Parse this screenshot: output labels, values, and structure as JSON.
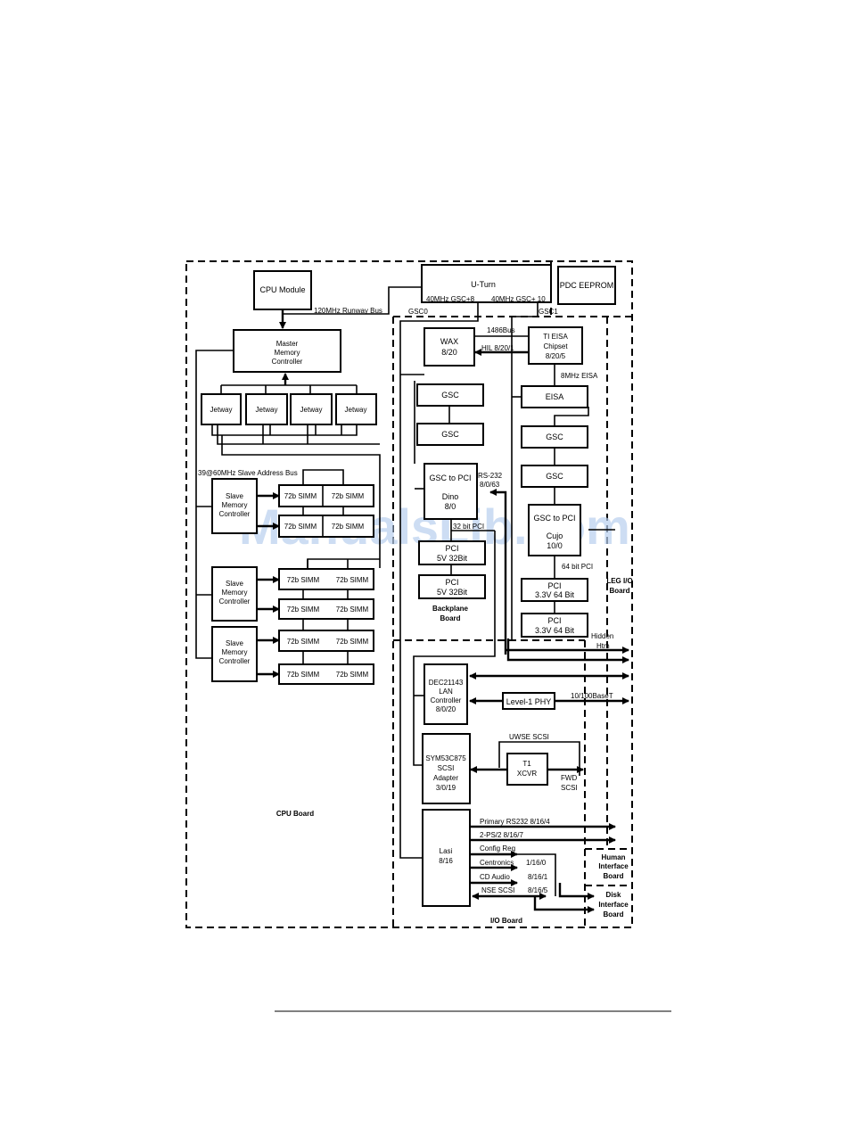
{
  "watermark": "ManualsLib.com",
  "blocks": {
    "cpu_module": "CPU Module",
    "mmc": [
      "Master",
      "Memory",
      "Controller"
    ],
    "jetway": "Jetway",
    "smc": [
      "Slave",
      "Memory",
      "Controller"
    ],
    "simm": "72b SIMM",
    "uturn": "U-Turn",
    "pdc_eeprom": "PDC EEPROM",
    "wax": [
      "WAX",
      "8/20"
    ],
    "ti_eisa": [
      "TI EISA",
      "Chipset",
      "8/20/5"
    ],
    "eisa": "EISA",
    "gsc": "GSC",
    "gsc_to_pci_dino": [
      "GSC to PCI",
      "Dino",
      "8/0"
    ],
    "gsc_to_pci_cujo": [
      "GSC to PCI",
      "Cujo",
      "10/0"
    ],
    "pci_5v": [
      "PCI",
      "5V 32Bit"
    ],
    "pci_33v": [
      "PCI",
      "3.3V 64 Bit"
    ],
    "dec_lan": [
      "DEC21143",
      "LAN",
      "Controller",
      "8/0/20"
    ],
    "level1_phy": "Level-1 PHY",
    "sym_scsi": [
      "SYM53C875",
      "SCSI",
      "Adapter",
      "3/0/19"
    ],
    "t1_xcvr": [
      "T1",
      "XCVR"
    ],
    "lasi": [
      "Lasi",
      "8/16"
    ]
  },
  "labels": {
    "runway_bus": "120MHz  Runway Bus",
    "uturn_gsc8": "40MHz  GSC+8",
    "uturn_gsc10": "40MHz  GSC+ 10",
    "gsc0": "GSC0",
    "gsc1": "GSC1",
    "bus1486": "1486Bus",
    "hil": "HIL 8/20/1",
    "eisa_8mhz": "8MHz EISA",
    "slave_addr_bus": "39@60MHz Slave Address Bus",
    "rs232": [
      "RS-232",
      "8/0/63"
    ],
    "pci32": "32 bit PCI",
    "pci64": "64 bit PCI",
    "hidden_htm": [
      "Hidden",
      "Htm"
    ],
    "base_t": "10/100BaseT",
    "uwse_scsi": "UWSE SCSI",
    "fwd_scsi": [
      "FWD",
      "SCSI"
    ],
    "primary_rs232": "Primary RS232 8/16/4",
    "ps2": "2-PS/2 8/16/7",
    "config_reg": "Config Reg",
    "centronics": "Centronics",
    "centronics_addr": "1/16/0",
    "cd_audio": "CD Audio",
    "cd_audio_addr": "8/16/1",
    "nse_scsi": "NSE SCSI",
    "nse_scsi_addr": "8/16/5"
  },
  "boards": {
    "cpu": "CPU Board",
    "backplane": [
      "Backplane",
      "Board"
    ],
    "leg_io": [
      "LEG I/O",
      "Board"
    ],
    "human_interface": [
      "Human",
      "Interface",
      "Board"
    ],
    "disk_interface": [
      "Disk",
      "Interface",
      "Board"
    ],
    "io": "I/O Board"
  }
}
